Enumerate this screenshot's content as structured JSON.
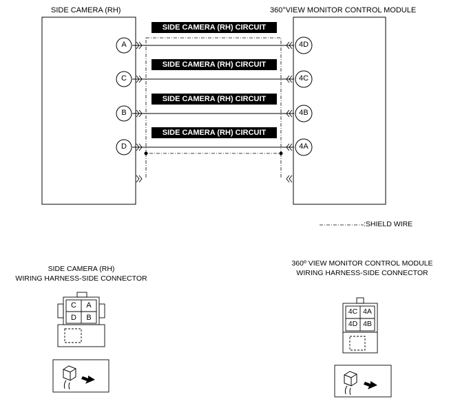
{
  "left_module": {
    "title": "SIDE CAMERA (RH)"
  },
  "right_module": {
    "title": "360°VIEW MONITOR CONTROL MODULE"
  },
  "circuits": [
    {
      "label": "SIDE CAMERA (RH) CIRCUIT",
      "left_pin": "A",
      "right_pin": "4D"
    },
    {
      "label": "SIDE CAMERA (RH) CIRCUIT",
      "left_pin": "C",
      "right_pin": "4C"
    },
    {
      "label": "SIDE CAMERA (RH) CIRCUIT",
      "left_pin": "B",
      "right_pin": "4B"
    },
    {
      "label": "SIDE CAMERA (RH) CIRCUIT",
      "left_pin": "D",
      "right_pin": "4A"
    }
  ],
  "legend": {
    "shield_wire": ":SHIELD WIRE"
  },
  "left_connector": {
    "title_line1": "SIDE CAMERA (RH)",
    "title_line2": "WIRING HARNESS-SIDE CONNECTOR",
    "pins": [
      "C",
      "A",
      "D",
      "B"
    ]
  },
  "right_connector": {
    "title_line1": "360º VIEW MONITOR CONTROL MODULE",
    "title_line2": "WIRING HARNESS-SIDE CONNECTOR",
    "pins": [
      "4C",
      "4A",
      "4D",
      "4B"
    ]
  }
}
